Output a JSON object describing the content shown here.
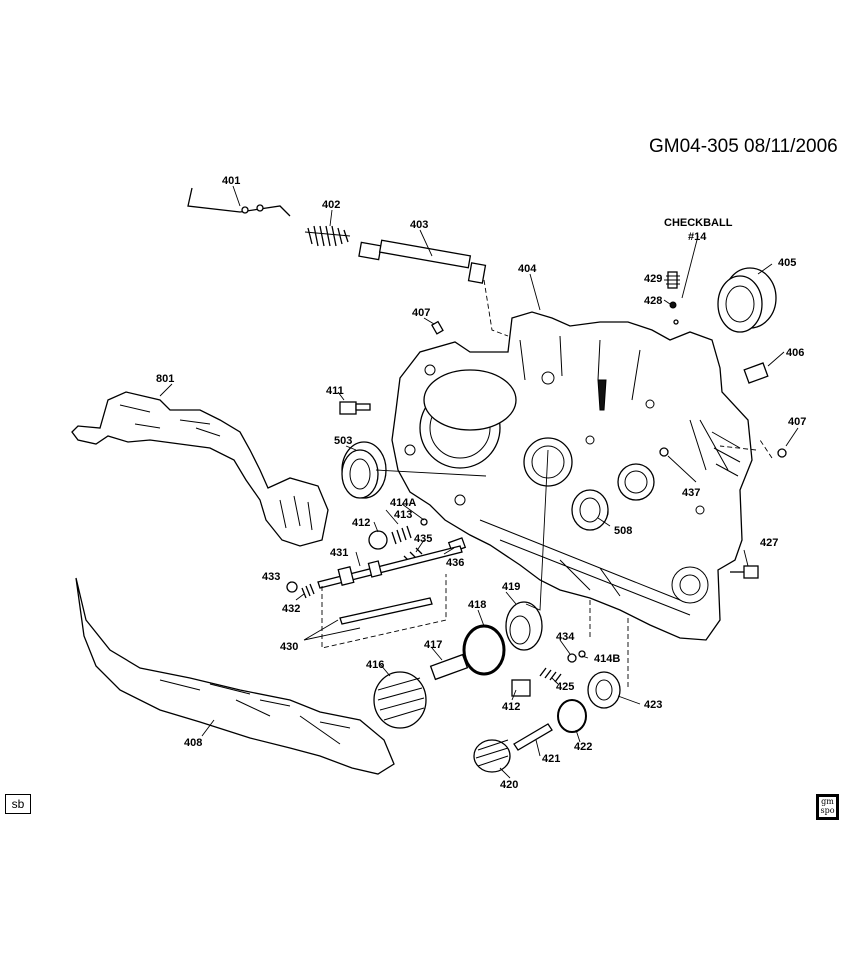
{
  "header": {
    "code": "GM04-305  08/11/2006"
  },
  "footer": {
    "left_badge": "sb",
    "logo_top": "gm",
    "logo_bottom": "spo"
  },
  "callouts": {
    "checkball_title": "CHECKBALL",
    "checkball_num": "#14",
    "p401": "401",
    "p402": "402",
    "p403": "403",
    "p404": "404",
    "p405": "405",
    "p406": "406",
    "p407a": "407",
    "p407b": "407",
    "p408": "408",
    "p411": "411",
    "p412a": "412",
    "p412b": "412",
    "p413": "413",
    "p414a": "414A",
    "p414b": "414B",
    "p416": "416",
    "p417": "417",
    "p418": "418",
    "p419": "419",
    "p420": "420",
    "p421": "421",
    "p422": "422",
    "p423": "423",
    "p425": "425",
    "p427": "427",
    "p428": "428",
    "p429": "429",
    "p430": "430",
    "p431": "431",
    "p432": "432",
    "p433": "433",
    "p434": "434",
    "p435": "435",
    "p436": "436",
    "p437": "437",
    "p503": "503",
    "p508": "508",
    "p801": "801"
  }
}
